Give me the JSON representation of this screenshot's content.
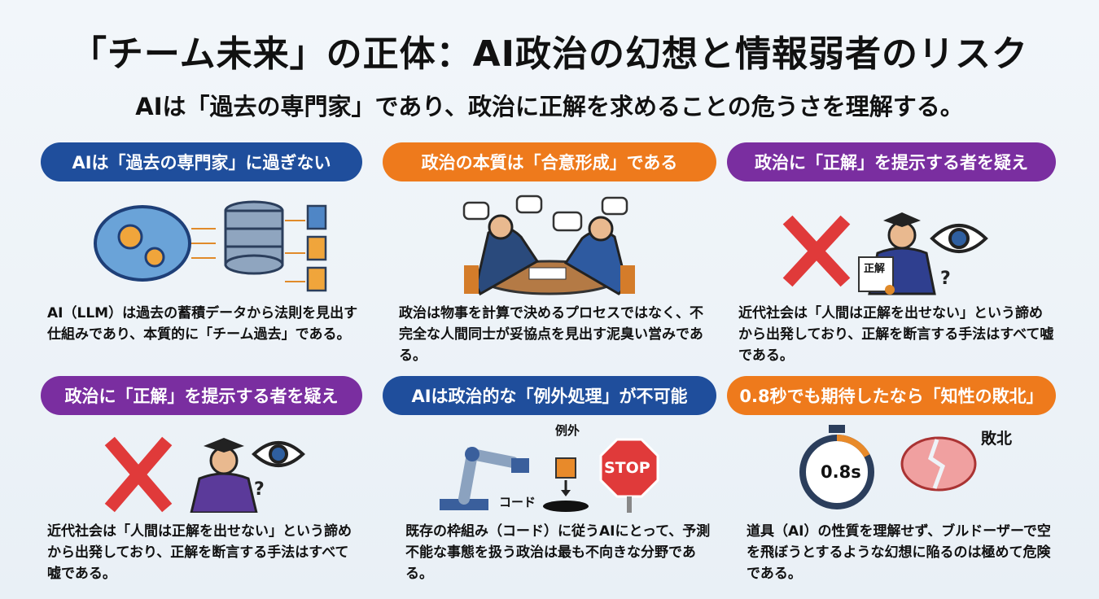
{
  "title": "「チーム未来」の正体：AI政治の幻想と情報弱者のリスク",
  "subtitle": "AIは「過去の専門家」であり、政治に正解を求めることの危うさを理解する。",
  "colors": {
    "blue": "#1f4e9c",
    "orange": "#ee7a1c",
    "purple": "#7a2ea0"
  },
  "cards": [
    {
      "heading": "AIは「過去の専門家」に過ぎない",
      "text": "AI（LLM）は過去の蓄積データから法則を見出す仕組みであり、本質的に「チーム過去」である。",
      "icons": [
        "brain-gears-icon",
        "database-icon",
        "document-icon"
      ]
    },
    {
      "heading": "政治の本質は「合意形成」である",
      "text": "政治は物事を計算で決めるプロセスではなく、不完全な人間同士が妥協点を見出す泥臭い営みである。",
      "icons": [
        "handshake-meeting-icon",
        "speech-bubble-icon"
      ]
    },
    {
      "heading": "政治に「正解」を提示する者を疑え",
      "text": "近代社会は「人間は正解を出せない」という諦めから出発しており、正解を断言する手法はすべて嘘である。",
      "label": "正解",
      "icons": [
        "red-x-icon",
        "graduate-icon",
        "eye-icon"
      ]
    },
    {
      "heading": "政治に「正解」を提示する者を疑え",
      "text": "近代社会は「人間は正解を出せない」という諦めから出発しており、正解を断言する手法はすべて嘘である。",
      "icons": [
        "red-x-icon",
        "graduate-icon",
        "eye-icon"
      ]
    },
    {
      "heading": "AIは政治的な「例外処理」が不可能",
      "text": "既存の枠組み（コード）に従うAIにとって、予測不能な事態を扱う政治は最も不向きな分野である。",
      "label_exception": "例外",
      "label_code": "コード",
      "label_stop": "STOP",
      "icons": [
        "robot-arm-icon",
        "box-icon",
        "hole-icon",
        "stop-sign-icon"
      ]
    },
    {
      "heading": "0.8秒でも期待したなら「知性の敗北」",
      "text": "道具（AI）の性質を理解せず、ブルドーザーで空を飛ぼうとするような幻想に陥るのは極めて危険である。",
      "label_timer": "0.8s",
      "label_defeat": "敗北",
      "icons": [
        "stopwatch-icon",
        "broken-brain-icon"
      ]
    }
  ]
}
